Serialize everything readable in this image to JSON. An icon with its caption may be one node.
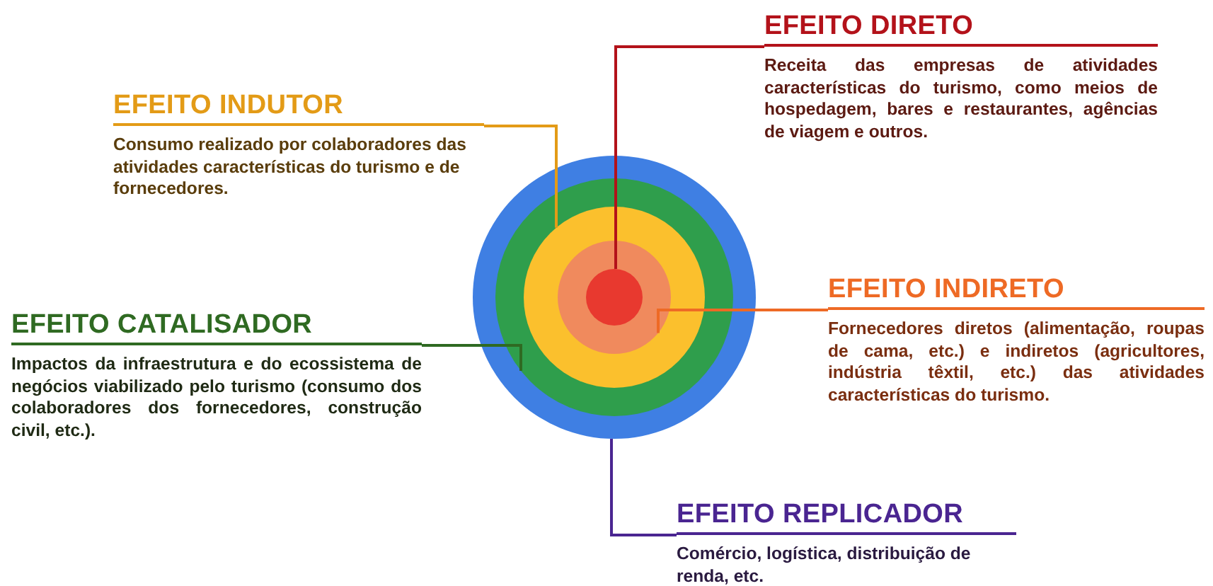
{
  "diagram": {
    "nodes": [
      {
        "text": [
          "EFEITO DIRETO",
          "Receita das empresas de atividades características do turismo, como meios de hospedagem, bares e restaurantes, agências de viagem e outros."
        ]
      },
      {
        "text": [
          "EFEITO INDUTOR",
          "Consumo realizado por colaboradores das atividades características do turismo e de fornecedores."
        ]
      },
      {
        "text": [],
        "shape": "circle"
      },
      {
        "text": [],
        "shape": "circle",
        "in": 2
      },
      {
        "text": [],
        "shape": "circle",
        "in": 3
      },
      {
        "text": [],
        "shape": "circle",
        "in": 4
      },
      {
        "text": [],
        "shape": "circle",
        "in": 5
      },
      {
        "text": [
          "EFEITO INDIRETO",
          "Fornecedores diretos (alimentação, roupas de cama, etc.) e indiretos (agricultores, indústria têxtil, etc.) das atividades características do turismo."
        ]
      },
      {
        "text": [
          "EFEITO CATALISADOR",
          "Impactos da infraestrutura e do ecossistema de negócios viabilizado pelo turismo (consumo dos colaboradores dos fornecedores, construção civil, etc.)."
        ]
      },
      {
        "text": [
          "EFEITO REPLICADOR",
          "Comércio, logística, distribuição de renda, etc."
        ]
      }
    ],
    "edges": [
      {
        "from": 0,
        "to": 6,
        "arrow": "none",
        "color": "#b3121a"
      },
      {
        "from": 1,
        "to": 4,
        "arrow": "none",
        "color": "#e39b17"
      },
      {
        "from": 7,
        "to": 5,
        "arrow": "none",
        "color": "#ee6a25"
      },
      {
        "from": 8,
        "to": 3,
        "arrow": "none",
        "color": "#2f6a22"
      },
      {
        "from": 9,
        "to": 2,
        "arrow": "none",
        "color": "#4a2591"
      }
    ]
  }
}
